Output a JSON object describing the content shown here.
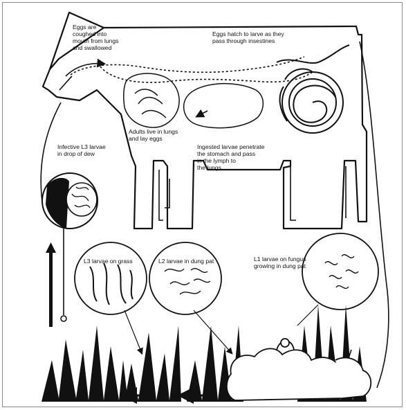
{
  "labels": {
    "eggs_coughed": "Eggs are\ncoughed into\nmouth from lungs\nand swallowed",
    "eggs_hatch": "Eggs hatch to larve as they\npass through insestines",
    "adults_live": "Adults live in lungs\nand lay eggs",
    "ingested_larvae": "Ingested larvae penetrate\nthe stomach and pass\nin the lymph to\nthe lungs",
    "infective_l3": "Infective L3 larvae\nin drop of dew",
    "l3_grass": "L3 larvae on grass",
    "l2_dung": "L2 larvae in dung pat",
    "l1_fungus": "L1 larvae on fungus\ngrowing in dung pat"
  },
  "colors": {
    "ink": "#111111",
    "frame": "#8a8a8a",
    "background": "#ffffff"
  }
}
